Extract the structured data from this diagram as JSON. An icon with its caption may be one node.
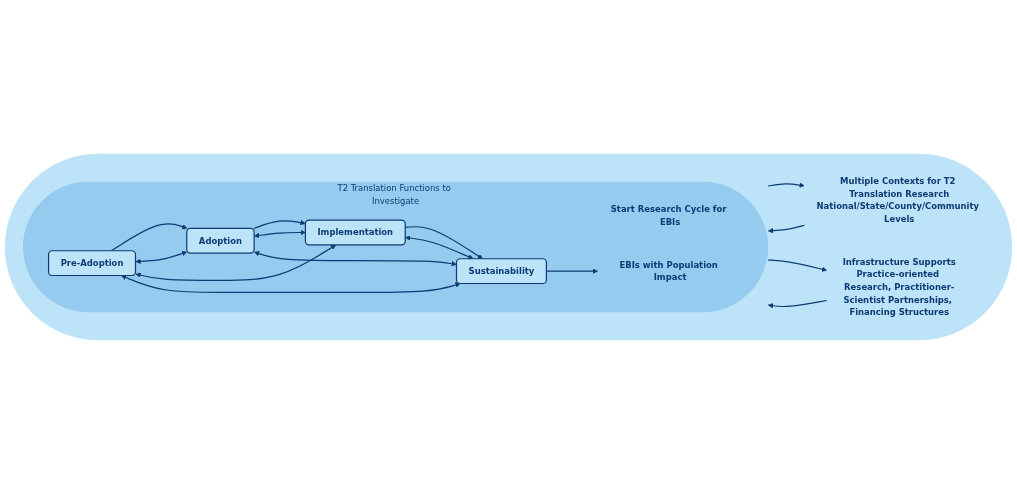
{
  "diagram": {
    "nodes": [
      {
        "text": [],
        "shape": "ellipse"
      },
      {
        "text": [
          "Multiple Contexts for T2 Translation Research",
          "National/State/County/Community Levels"
        ],
        "in": 0
      },
      {
        "text": [
          "T2 Translation Functions to Investigate"
        ],
        "in": 0
      },
      {
        "text": [
          "Start Research Cycle for EBIs"
        ],
        "in": 2
      },
      {
        "text": [
          "Pre-Adoption"
        ],
        "in": 2
      },
      {
        "text": [
          "Adoption"
        ],
        "in": 2
      },
      {
        "text": [
          "Implementation"
        ],
        "in": 2
      },
      {
        "text": [
          "Sustainability"
        ],
        "in": 2
      },
      {
        "text": [
          "EBIs with Population Impact"
        ],
        "in": 2
      },
      {
        "text": [
          "Infrastructure Supports",
          "Practice-oriented Research, Practitioner-Scientist Partnerships, Financing Structures"
        ],
        "in": 0
      }
    ],
    "edges": [
      {
        "from": 4,
        "to": 5,
        "arrow": "to"
      },
      {
        "from": 5,
        "to": 6,
        "arrow": "to"
      },
      {
        "from": 6,
        "to": 7,
        "arrow": "to"
      },
      {
        "from": 7,
        "to": 8,
        "arrow": "to"
      },
      {
        "from": 4,
        "to": 5,
        "arrow": "both"
      },
      {
        "from": 4,
        "to": 6,
        "arrow": "both"
      },
      {
        "from": 4,
        "to": 7,
        "arrow": "both"
      },
      {
        "from": 5,
        "to": 6,
        "arrow": "both"
      },
      {
        "from": 5,
        "to": 7,
        "arrow": "both"
      },
      {
        "from": 6,
        "to": 7,
        "arrow": "both"
      },
      {
        "from": 1,
        "to": 2,
        "arrow": "to"
      },
      {
        "from": 2,
        "to": 1,
        "arrow": "to"
      },
      {
        "from": 2,
        "to": 9,
        "arrow": "to"
      },
      {
        "from": 9,
        "to": 2,
        "arrow": "to"
      }
    ]
  }
}
